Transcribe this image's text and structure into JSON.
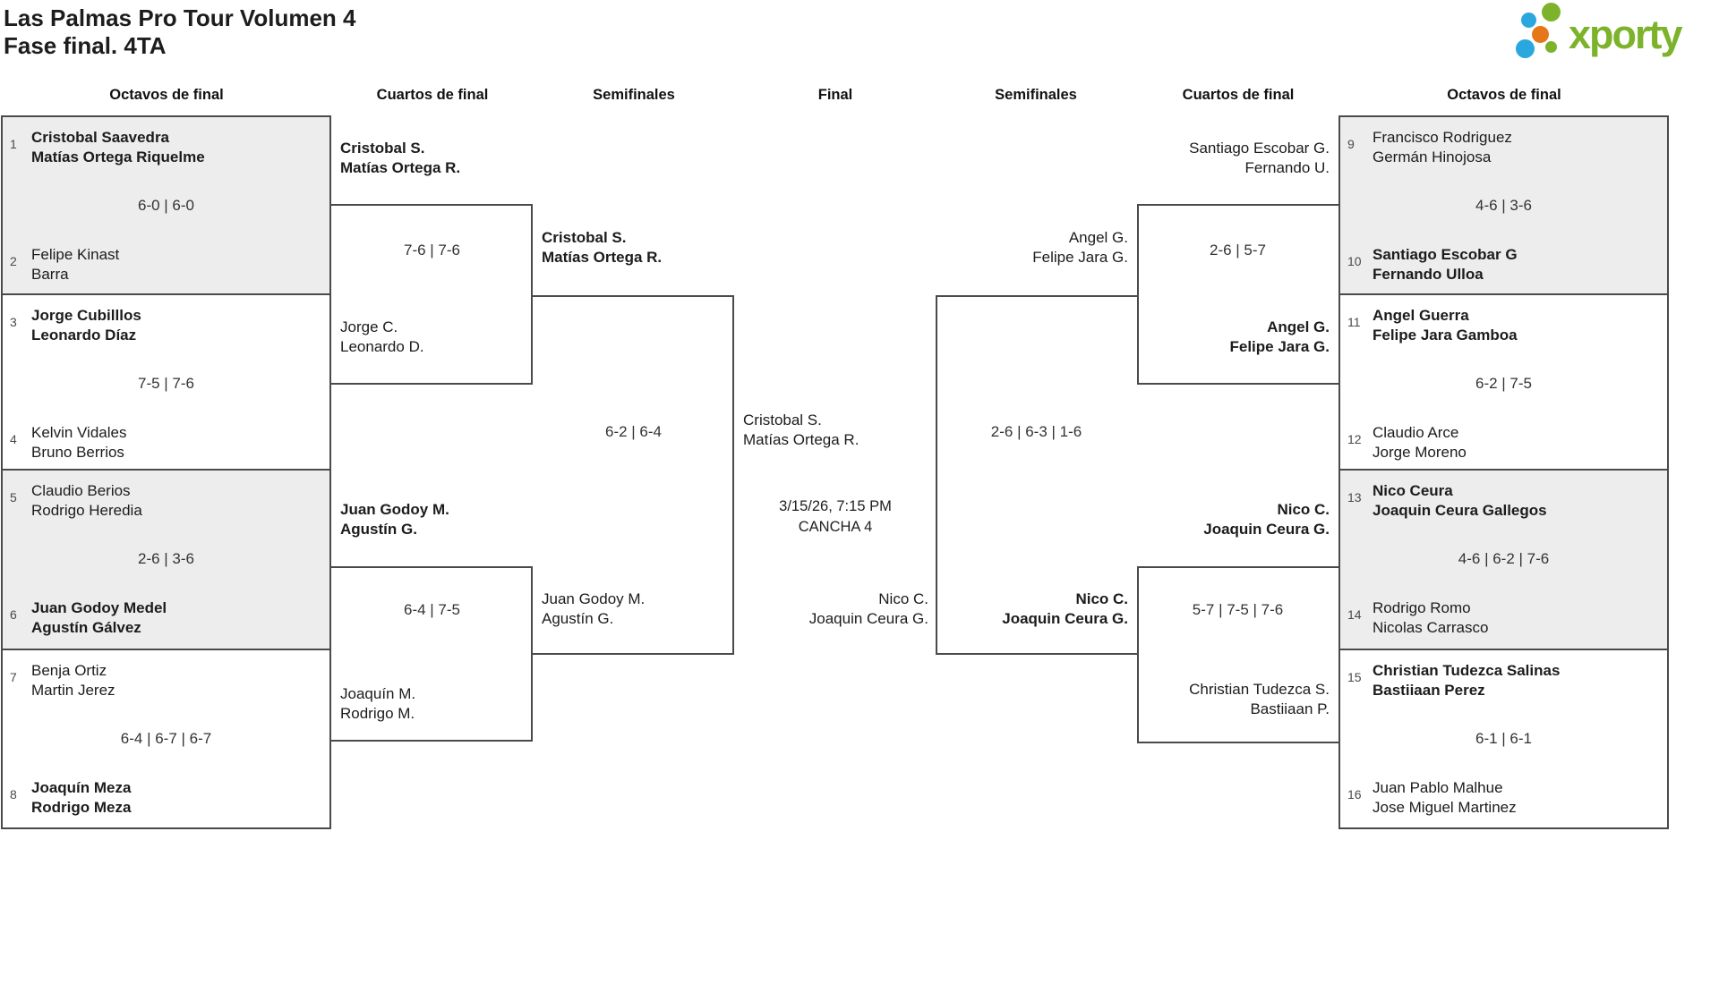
{
  "title": {
    "text": "Las Palmas Pro Tour Volumen 4\nFase final. 4TA"
  },
  "logo": {
    "text": "xporty",
    "green": "#7cb32b",
    "blue": "#2aa7de",
    "orange": "#e57718"
  },
  "headers": {
    "h0": "Octavos de final",
    "h1": "Cuartos de final",
    "h2": "Semifinales",
    "h3": "Final",
    "h4": "Semifinales",
    "h5": "Cuartos de final",
    "h6": "Octavos de final"
  },
  "octavos_left": [
    {
      "seed_top": "1",
      "team_top": "Cristobal Saavedra\nMatías Ortega Riquelme",
      "score": "6-0 | 6-0",
      "seed_bottom": "2",
      "team_bottom": "Felipe Kinast\nBarra"
    },
    {
      "seed_top": "3",
      "team_top": "Jorge Cubilllos\nLeonardo Díaz",
      "score": "7-5 | 7-6",
      "seed_bottom": "4",
      "team_bottom": "Kelvin Vidales\nBruno Berrios"
    },
    {
      "seed_top": "5",
      "team_top": "Claudio Berios\nRodrigo Heredia",
      "score": "2-6 | 3-6",
      "seed_bottom": "6",
      "team_bottom": "Juan Godoy Medel\nAgustín Gálvez"
    },
    {
      "seed_top": "7",
      "team_top": "Benja Ortiz\nMartin Jerez",
      "score": "6-4 | 6-7 | 6-7",
      "seed_bottom": "8",
      "team_bottom": "Joaquín Meza\nRodrigo Meza"
    }
  ],
  "octavos_right": [
    {
      "seed_top": "9",
      "team_top": "Francisco Rodriguez\nGermán Hinojosa",
      "score": "4-6 | 3-6",
      "seed_bottom": "10",
      "team_bottom": "Santiago Escobar G\nFernando Ulloa"
    },
    {
      "seed_top": "11",
      "team_top": "Angel Guerra\nFelipe Jara Gamboa",
      "score": "6-2 | 7-5",
      "seed_bottom": "12",
      "team_bottom": "Claudio Arce\nJorge Moreno"
    },
    {
      "seed_top": "13",
      "team_top": "Nico Ceura\nJoaquin Ceura Gallegos",
      "score": "4-6 | 6-2 | 7-6",
      "seed_bottom": "14",
      "team_bottom": "Rodrigo Romo\nNicolas Carrasco"
    },
    {
      "seed_top": "15",
      "team_top": "Christian Tudezca Salinas\nBastiiaan Perez",
      "score": "6-1 | 6-1",
      "seed_bottom": "16",
      "team_bottom": "Juan Pablo Malhue\nJose Miguel Martinez"
    }
  ],
  "quarters_left": [
    {
      "team_top": "Cristobal S.\nMatías Ortega R.",
      "score": "7-6 | 7-6",
      "team_bottom": "Jorge C.\nLeonardo D."
    },
    {
      "team_top": "Juan Godoy M.\nAgustín G.",
      "score": "6-4 | 7-5",
      "team_bottom": "Joaquín M.\nRodrigo M."
    }
  ],
  "quarters_right": [
    {
      "team_top": "Santiago Escobar G.\nFernando U.",
      "score": "2-6 | 5-7",
      "team_bottom": "Angel G.\nFelipe Jara G."
    },
    {
      "team_top": "Nico C.\nJoaquin Ceura G.",
      "score": "5-7 | 7-5 | 7-6",
      "team_bottom": "Christian Tudezca S.\nBastiiaan P."
    }
  ],
  "semis": {
    "left": {
      "team_top": "Cristobal S.\nMatías Ortega R.",
      "score": "6-2 | 6-4",
      "team_bottom": "Juan Godoy M.\nAgustín G."
    },
    "right": {
      "team_top": "Angel G.\nFelipe Jara G.",
      "score": "2-6 | 6-3 | 1-6",
      "team_bottom": "Nico C.\nJoaquin Ceura G."
    }
  },
  "final": {
    "team_top": "Cristobal S.\nMatías Ortega R.",
    "schedule": "3/15/26, 7:15 PM\nCANCHA 4",
    "team_bottom": "Nico C.\nJoaquin Ceura G."
  }
}
